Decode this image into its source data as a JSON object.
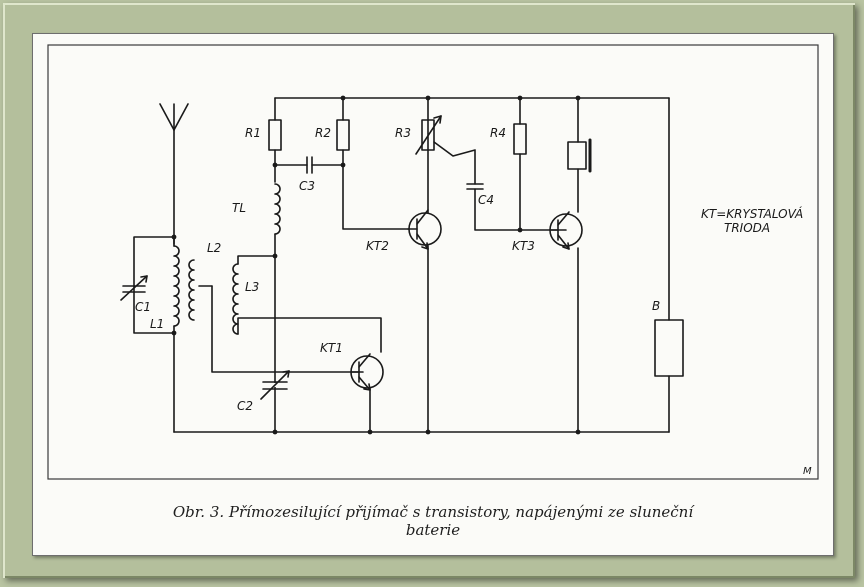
{
  "diagram": {
    "labels": {
      "r1": "R1",
      "r2": "R2",
      "r3": "R3",
      "r4": "R4",
      "c1": "C1",
      "c2": "C2",
      "c3": "C3",
      "c4": "C4",
      "tl": "TL",
      "l1": "L1",
      "l2": "L2",
      "l3": "L3",
      "kt1": "KT1",
      "kt2": "KT2",
      "kt3": "KT3",
      "b": "B",
      "m": "M"
    },
    "note": {
      "line1": "KT=KRYSTALOVÁ",
      "line2": "TRIODA"
    }
  },
  "caption": {
    "line1": "Obr. 3. Přímozesilující přijímač s transistory, napájenými ze sluneční",
    "line2": "baterie"
  }
}
